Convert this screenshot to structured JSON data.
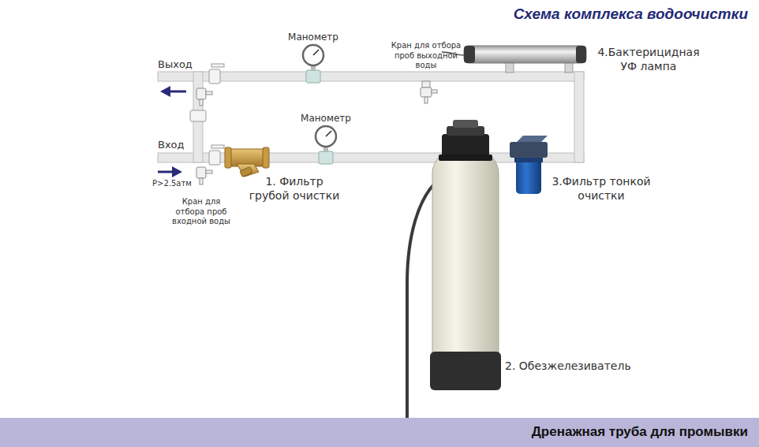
{
  "diagram": {
    "title": "Схема комплекса водоочистки",
    "caption": "Дренажная труба для промывки",
    "labels": [
      "Манометр",
      "Кран для отбора проб выходной воды",
      "4.Бактерицидная УФ лампа",
      "Выход",
      "Манометр",
      "Вход",
      "1. Фильтр грубой очистки",
      "3.Фильтр тонкой очистки",
      "P>2.5атм",
      "Кран для отбора проб входной воды",
      "2. Обезжелезиватель"
    ]
  }
}
